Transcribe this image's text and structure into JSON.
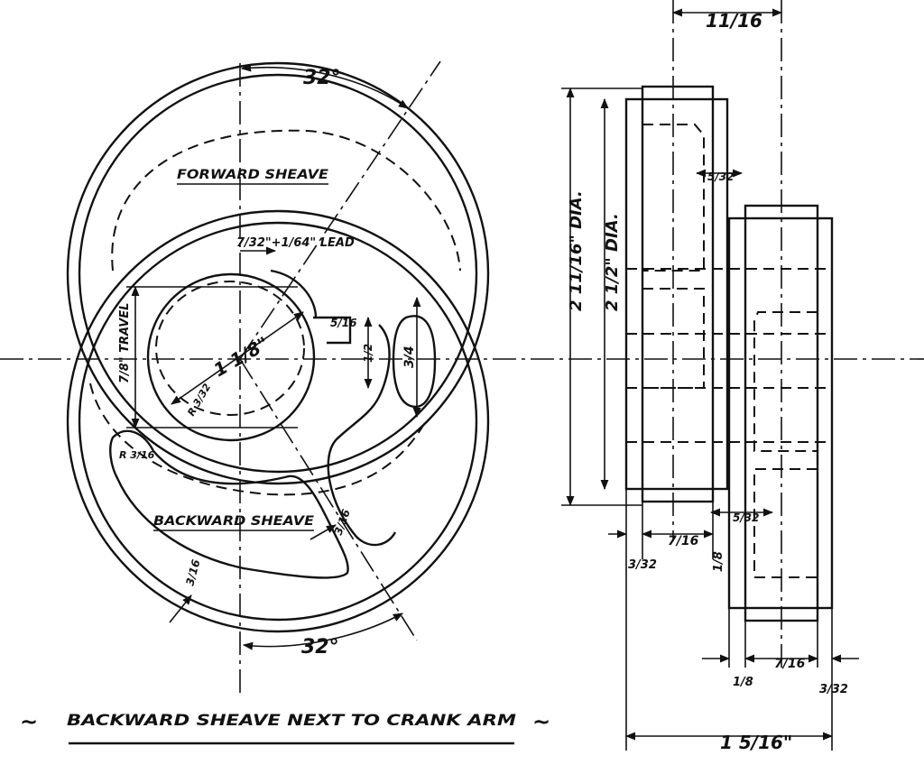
{
  "drawing": {
    "labels": {
      "forward_sheave": "FORWARD SHEAVE",
      "backward_sheave": "BACKWARD SHEAVE",
      "caption": "BACKWARD SHEAVE NEXT TO CRANK ARM",
      "caption_tilde": "~"
    },
    "front_view": {
      "angle_top": "32°",
      "angle_bottom": "32°",
      "lead": "7/32\"+1/64\" LEAD",
      "travel": "7/8\" TRAVEL",
      "bore": "1 1/8\"",
      "key_width": "5/16",
      "key_depth": "1/2",
      "slot_length": "3/4",
      "radius": "R 3/32",
      "slot_radius": "R 3/16",
      "web_gap": "3/16",
      "rim": "3/16"
    },
    "side_view": {
      "top_width": "11/16",
      "outer_dia": "2 11/16\" DIA.",
      "inner_dia": "2 1/2\" DIA.",
      "step_top": "5/32",
      "step_mid": "5/32",
      "left_flange": "3/32",
      "left_body": "7/16",
      "gap": "1/8",
      "right_gap": "1/8",
      "right_body": "7/16",
      "right_flange": "3/32",
      "overall": "1 5/16\""
    }
  }
}
